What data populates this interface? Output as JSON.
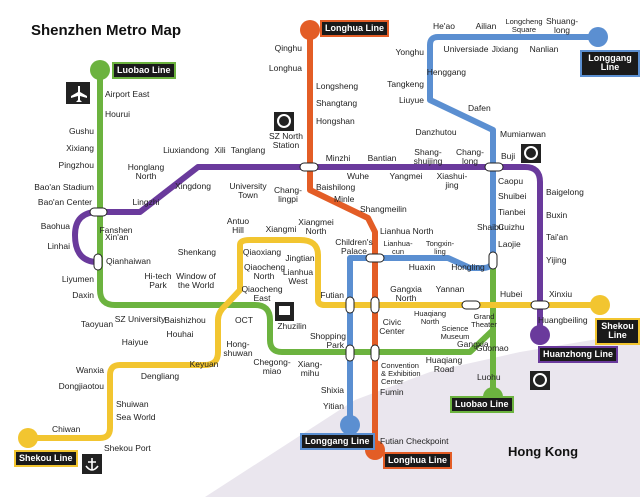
{
  "title": "Shenzhen Metro Map",
  "region_label": "Hong Kong",
  "colors": {
    "luobao": "#6cb33f",
    "longhua": "#e35d26",
    "longgang": "#5b8fd1",
    "shekou": "#f2c530",
    "huanzhong": "#6a3a9c",
    "badge_bg": "#1a1a1a",
    "hongkong_area": "#eae6ee"
  },
  "lines": {
    "luobao": {
      "name": "Luobao Line",
      "color": "#6cb33f"
    },
    "longhua": {
      "name": "Longhua Line",
      "color": "#e35d26"
    },
    "longgang": {
      "name": "Longgang Line",
      "color": "#5b8fd1"
    },
    "shekou": {
      "name": "Shekou Line",
      "color": "#f2c530"
    },
    "huanzhong": {
      "name": "Huanzhong Line",
      "color": "#6a3a9c"
    }
  },
  "badges": {
    "luobao_top": "Luobao Line",
    "luobao_bottom": "Luobao Line",
    "longhua_top": "Longhua Line",
    "longhua_bottom": "Longhua Line",
    "longgang_top": "Longgang Line",
    "longgang_bottom": "Longgang Line",
    "shekou_left": "Shekou Line",
    "shekou_right": "Shekou Line",
    "huanzhong": "Huanzhong Line"
  },
  "stations": {
    "airport_east": "Airport East",
    "hourui": "Hourui",
    "gushu": "Gushu",
    "xixiang": "Xixiang",
    "pingzhou": "Pingzhou",
    "baoan_stadium": "Bao'an Stadium",
    "baoan_center": "Bao'an Center",
    "baohua": "Baohua",
    "linhai": "Linhai",
    "liyumen": "Liyumen",
    "daxin": "Daxin",
    "taoyuan": "Taoyuan",
    "sz_university": "SZ University",
    "baishizhou": "Baishizhou",
    "window_world": "Window of the World",
    "oct": "OCT",
    "hongshuwan": "Hong-shuwan",
    "keyuan": "Keyuan",
    "hi_tech_park": "Hi-tech Park",
    "qianhaiwan": "Qianhaiwan",
    "xinan": "Xin'an",
    "fanshen": "Fanshen",
    "lingzhi": "Lingzhi",
    "honglang_north": "Honglang North",
    "xingdong": "Xingdong",
    "liuxiandong": "Liuxiandong",
    "xili": "Xili",
    "tanglang": "Tanglang",
    "university_town": "University Town",
    "sz_north": "SZ North Station",
    "changlingpi": "Chang-lingpi",
    "minzhi": "Minzhi",
    "wuhe": "Wuhe",
    "bantian": "Bantian",
    "yangmei": "Yangmei",
    "shangshuijing": "Shang-shuijing",
    "xiashuijing": "Xiashui-jing",
    "changlong": "Chang-long",
    "buji": "Buji",
    "mumianwan": "Mumianwan",
    "dafen": "Dafen",
    "danzhutou": "Danzhutou",
    "liuyue": "Liuyue",
    "tangkeng": "Tangkeng",
    "henggang": "Henggang",
    "yonghu": "Yonghu",
    "heao": "He'ao",
    "universiade": "Universiade",
    "ailian": "Ailian",
    "jixiang": "Jixiang",
    "longcheng_square": "Longcheng Square",
    "nanlian": "Nanlian",
    "shuanglong": "Shuang-long",
    "qinghu": "Qinghu",
    "longhua": "Longhua",
    "longsheng": "Longsheng",
    "shangtang": "Shangtang",
    "hongshan": "Hongshan",
    "baishilong": "Baishilong",
    "minle": "Minle",
    "shangmeilin": "Shangmeilin",
    "lianhua_north": "Lianhua North",
    "childrens_palace": "Children's Palace",
    "lianhuacun": "Lianhua-cun",
    "tongxinling": "Tongxin-ling",
    "huaxin": "Huaxin",
    "hongling": "Hongling",
    "shaibu": "Shaibu",
    "laojie": "Laojie",
    "caopu": "Caopu",
    "shuibei": "Shuibei",
    "tianbei": "Tianbei",
    "cuizhu": "Cuizhu",
    "guomao": "Guomao",
    "luohu": "Luohu",
    "baigelong": "Baigelong",
    "buxin": "Buxin",
    "taian": "Tai'an",
    "yijing": "Yijing",
    "xinxiu": "Xinxiu",
    "huangbeiling": "Huangbeiling",
    "hubei": "Hubei",
    "antuo_hill": "Antuo Hill",
    "xiangmi": "Xiangmi",
    "xiangmei_north": "Xiangmei North",
    "shenkang": "Shenkang",
    "qiaoxiang": "Qiaoxiang",
    "jingtian": "Jingtian",
    "qiaocheng_north": "Qiaocheng North",
    "qiaocheng_east": "Qiaocheng East",
    "lianhua_west": "Lianhua West",
    "futian": "Futian",
    "gangxia_north": "Gangxia North",
    "civic_center": "Civic Center",
    "yannan": "Yannan",
    "huaqiang_north": "Huaqiang North",
    "grand_theater": "Grand Theater",
    "science_museum": "Science Museum",
    "huaqiang_road": "Huaqiang Road",
    "gangxia": "Gangxia",
    "convention_center": "Convention & Exhibition Center",
    "fumin": "Fumin",
    "futian_checkpoint": "Futian Checkpoint",
    "shopping_park": "Shopping Park",
    "xiangmihu": "Xiang-mihu",
    "chegongmiao": "Chegong-miao",
    "zhuzilin": "Zhuzilin",
    "shixia": "Shixia",
    "yitian": "Yitian",
    "haiyue": "Haiyue",
    "houhai": "Houhai",
    "dengliang": "Dengliang",
    "wanxia": "Wanxia",
    "dongjiaotou": "Dongjiaotou",
    "shuiwan": "Shuiwan",
    "sea_world": "Sea World",
    "shekou_port": "Shekou Port",
    "chiwan": "Chiwan"
  },
  "icons": {
    "airport": "airplane-icon",
    "sz_north_rail": "train-station-icon",
    "buji_rail": "train-station-icon",
    "luohu_rail": "train-station-icon",
    "shekou_port": "anchor-icon",
    "zhuzilin_bus": "bus-icon"
  }
}
